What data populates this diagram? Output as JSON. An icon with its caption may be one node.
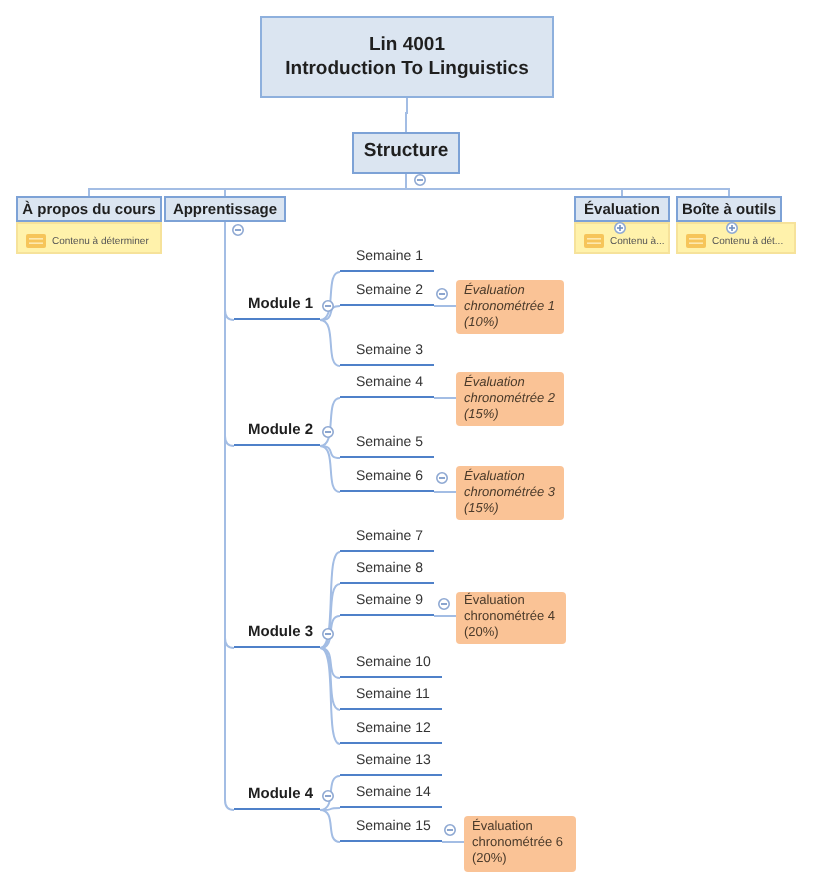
{
  "diagram": {
    "nodes": [
      {
        "text": [
          "Lin 4001",
          "Introduction To Linguistics"
        ]
      },
      {
        "text": [
          "Structure"
        ]
      },
      {
        "text": [
          "À propos du cours"
        ]
      },
      {
        "text": [
          "Apprentissage"
        ]
      },
      {
        "text": [
          "Évaluation"
        ]
      },
      {
        "text": [
          "Boîte à outils"
        ]
      },
      {
        "text": [
          "Contenu à déterminer"
        ]
      },
      {
        "text": [
          "Contenu à..."
        ]
      },
      {
        "text": [
          "Contenu à dét..."
        ]
      },
      {
        "text": [
          "Module 1"
        ]
      },
      {
        "text": [
          "Semaine 1"
        ]
      },
      {
        "text": [
          "Semaine 2"
        ]
      },
      {
        "text": [
          "Évaluation chronométrée 1 (10%)"
        ]
      },
      {
        "text": [
          "Semaine 3"
        ]
      },
      {
        "text": [
          "Module 2"
        ]
      },
      {
        "text": [
          "Semaine 4"
        ]
      },
      {
        "text": [
          "Évaluation chronométrée 2 (15%)"
        ]
      },
      {
        "text": [
          "Semaine 5"
        ]
      },
      {
        "text": [
          "Semaine 6"
        ]
      },
      {
        "text": [
          "Évaluation chronométrée 3 (15%)"
        ]
      },
      {
        "text": [
          "Module 3"
        ]
      },
      {
        "text": [
          "Semaine 7"
        ]
      },
      {
        "text": [
          "Semaine 8"
        ]
      },
      {
        "text": [
          "Semaine 9"
        ]
      },
      {
        "text": [
          "Évaluation chronométrée 4 (20%)"
        ]
      },
      {
        "text": [
          "Semaine 10"
        ]
      },
      {
        "text": [
          "Semaine 11"
        ]
      },
      {
        "text": [
          "Semaine 12"
        ]
      },
      {
        "text": [
          "Module 4"
        ]
      },
      {
        "text": [
          "Semaine 13"
        ]
      },
      {
        "text": [
          "Semaine 14"
        ]
      },
      {
        "text": [
          "Semaine 15"
        ]
      },
      {
        "text": [
          "Évaluation chronométrée 6 (20%)"
        ]
      }
    ],
    "edges": [
      {
        "from": 0,
        "to": 1,
        "arrow": "none"
      },
      {
        "from": 1,
        "to": 2,
        "arrow": "none"
      },
      {
        "from": 1,
        "to": 3,
        "arrow": "none"
      },
      {
        "from": 1,
        "to": 4,
        "arrow": "none"
      },
      {
        "from": 1,
        "to": 5,
        "arrow": "none"
      },
      {
        "from": 3,
        "to": 9,
        "arrow": "none"
      },
      {
        "from": 9,
        "to": 10,
        "arrow": "none"
      },
      {
        "from": 9,
        "to": 11,
        "arrow": "none"
      },
      {
        "from": 11,
        "to": 12,
        "arrow": "none"
      },
      {
        "from": 9,
        "to": 13,
        "arrow": "none"
      },
      {
        "from": 3,
        "to": 14,
        "arrow": "none"
      },
      {
        "from": 14,
        "to": 15,
        "arrow": "none"
      },
      {
        "from": 15,
        "to": 16,
        "arrow": "none"
      },
      {
        "from": 14,
        "to": 17,
        "arrow": "none"
      },
      {
        "from": 14,
        "to": 18,
        "arrow": "none"
      },
      {
        "from": 18,
        "to": 19,
        "arrow": "none"
      },
      {
        "from": 3,
        "to": 20,
        "arrow": "none"
      },
      {
        "from": 20,
        "to": 21,
        "arrow": "none"
      },
      {
        "from": 20,
        "to": 22,
        "arrow": "none"
      },
      {
        "from": 20,
        "to": 23,
        "arrow": "none"
      },
      {
        "from": 23,
        "to": 24,
        "arrow": "none"
      },
      {
        "from": 20,
        "to": 25,
        "arrow": "none"
      },
      {
        "from": 20,
        "to": 26,
        "arrow": "none"
      },
      {
        "from": 20,
        "to": 27,
        "arrow": "none"
      },
      {
        "from": 3,
        "to": 28,
        "arrow": "none"
      },
      {
        "from": 28,
        "to": 29,
        "arrow": "none"
      },
      {
        "from": 28,
        "to": 30,
        "arrow": "none"
      },
      {
        "from": 28,
        "to": 31,
        "arrow": "none"
      },
      {
        "from": 31,
        "to": 32,
        "arrow": "none"
      }
    ]
  }
}
